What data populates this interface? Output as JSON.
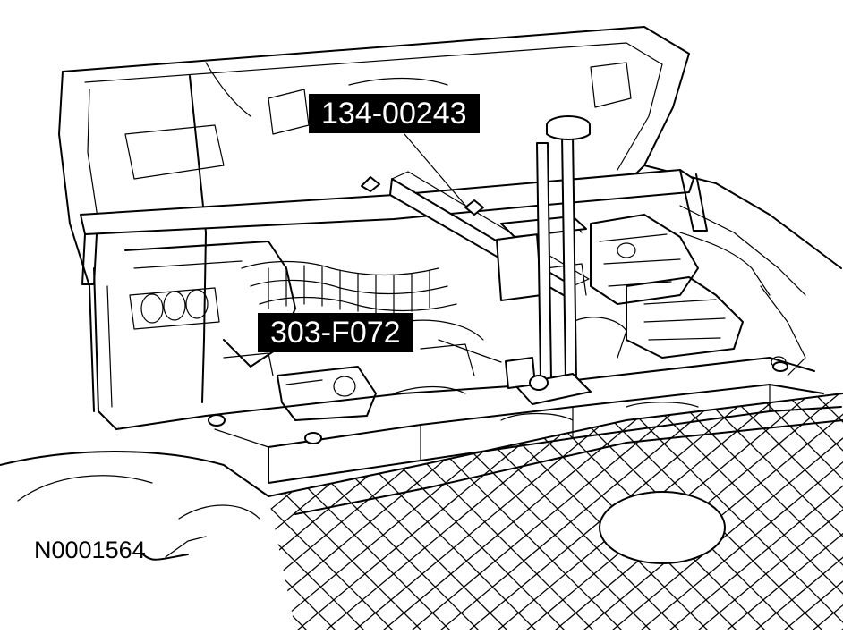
{
  "callouts": {
    "tool_upper": "134-00243",
    "tool_lower": "303-F072"
  },
  "figure_id": "N0001564"
}
